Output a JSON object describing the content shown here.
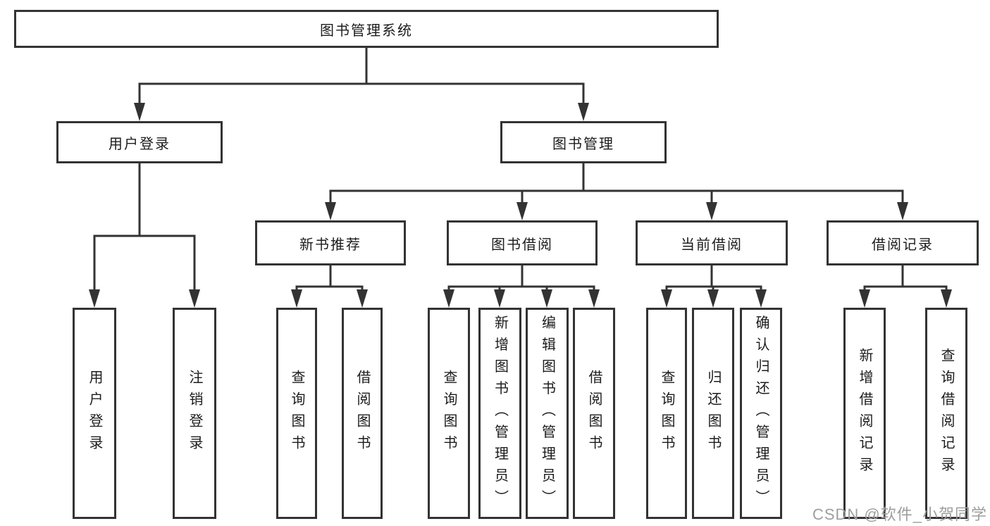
{
  "diagram_type": "hierarchy-chart",
  "tree": {
    "label": "图书管理系统",
    "children": [
      {
        "label": "用户登录",
        "children": [
          {
            "label": "用户登录"
          },
          {
            "label": "注销登录"
          }
        ]
      },
      {
        "label": "图书管理",
        "children": [
          {
            "label": "新书推荐",
            "children": [
              {
                "label": "查询图书"
              },
              {
                "label": "借阅图书"
              }
            ]
          },
          {
            "label": "图书借阅",
            "children": [
              {
                "label": "查询图书"
              },
              {
                "label": "新增图书（管理员）"
              },
              {
                "label": "编辑图书（管理员）"
              },
              {
                "label": "借阅图书"
              }
            ]
          },
          {
            "label": "当前借阅",
            "children": [
              {
                "label": "查询图书"
              },
              {
                "label": "归还图书"
              },
              {
                "label": "确认归还（管理员）"
              }
            ]
          },
          {
            "label": "借阅记录",
            "children": [
              {
                "label": "新增借阅记录"
              },
              {
                "label": "查询借阅记录"
              }
            ]
          }
        ]
      }
    ]
  },
  "watermark": {
    "text": "CSDN @软件_小贺同学"
  },
  "colors": {
    "line": "#333333",
    "box_border": "#333333",
    "box_fill": "#ffffff",
    "text": "#1c1c1c",
    "background": "#ffffff",
    "watermark": "#9e9e9e"
  }
}
